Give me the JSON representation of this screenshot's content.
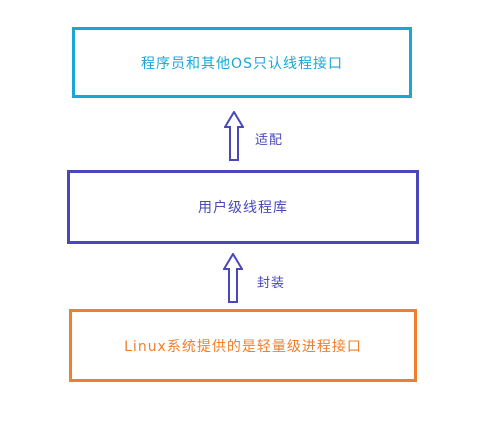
{
  "colors": {
    "top": "#1ba6d8",
    "middle": "#4a48b8",
    "bottom": "#f07f2c",
    "arrow": "#4a48b8",
    "label": "#4a48b8"
  },
  "boxes": {
    "top": "程序员和其他OS只认线程接口",
    "middle": "用户级线程库",
    "bottom": "Linux系统提供的是轻量级进程接口"
  },
  "connectors": {
    "adapt": "适配",
    "wrap": "封装"
  }
}
